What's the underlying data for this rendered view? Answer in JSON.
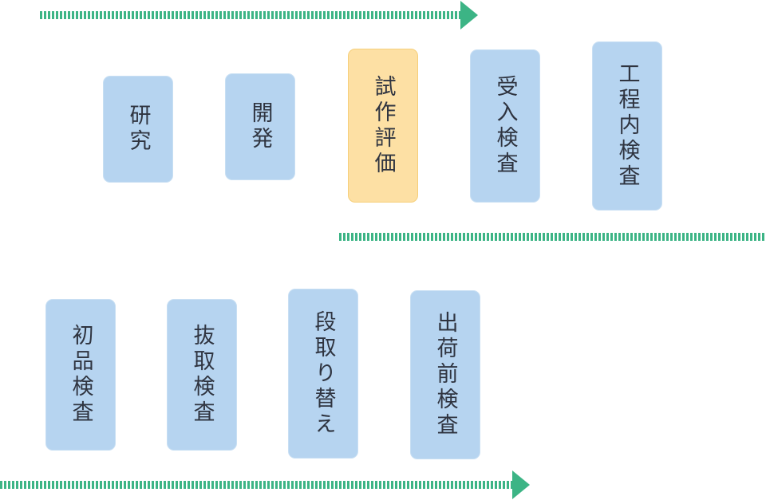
{
  "colors": {
    "arrow": "#3cb485",
    "step_fill": "#b6d4f0",
    "highlight_fill": "#fde0a4",
    "text": "#2f3440"
  },
  "steps_row1": [
    {
      "label": "研究",
      "icon": "none"
    },
    {
      "label": "開発",
      "icon": "none"
    },
    {
      "label": "試作評価",
      "icon": "none",
      "highlighted": true
    },
    {
      "label": "受入検査",
      "icon": "none"
    },
    {
      "label": "工程内検査",
      "icon": "none"
    }
  ],
  "steps_row2": [
    {
      "label": "初品検査"
    },
    {
      "label": "抜取検査"
    },
    {
      "label": "段取り替え"
    },
    {
      "label": "出荷前検査"
    }
  ]
}
